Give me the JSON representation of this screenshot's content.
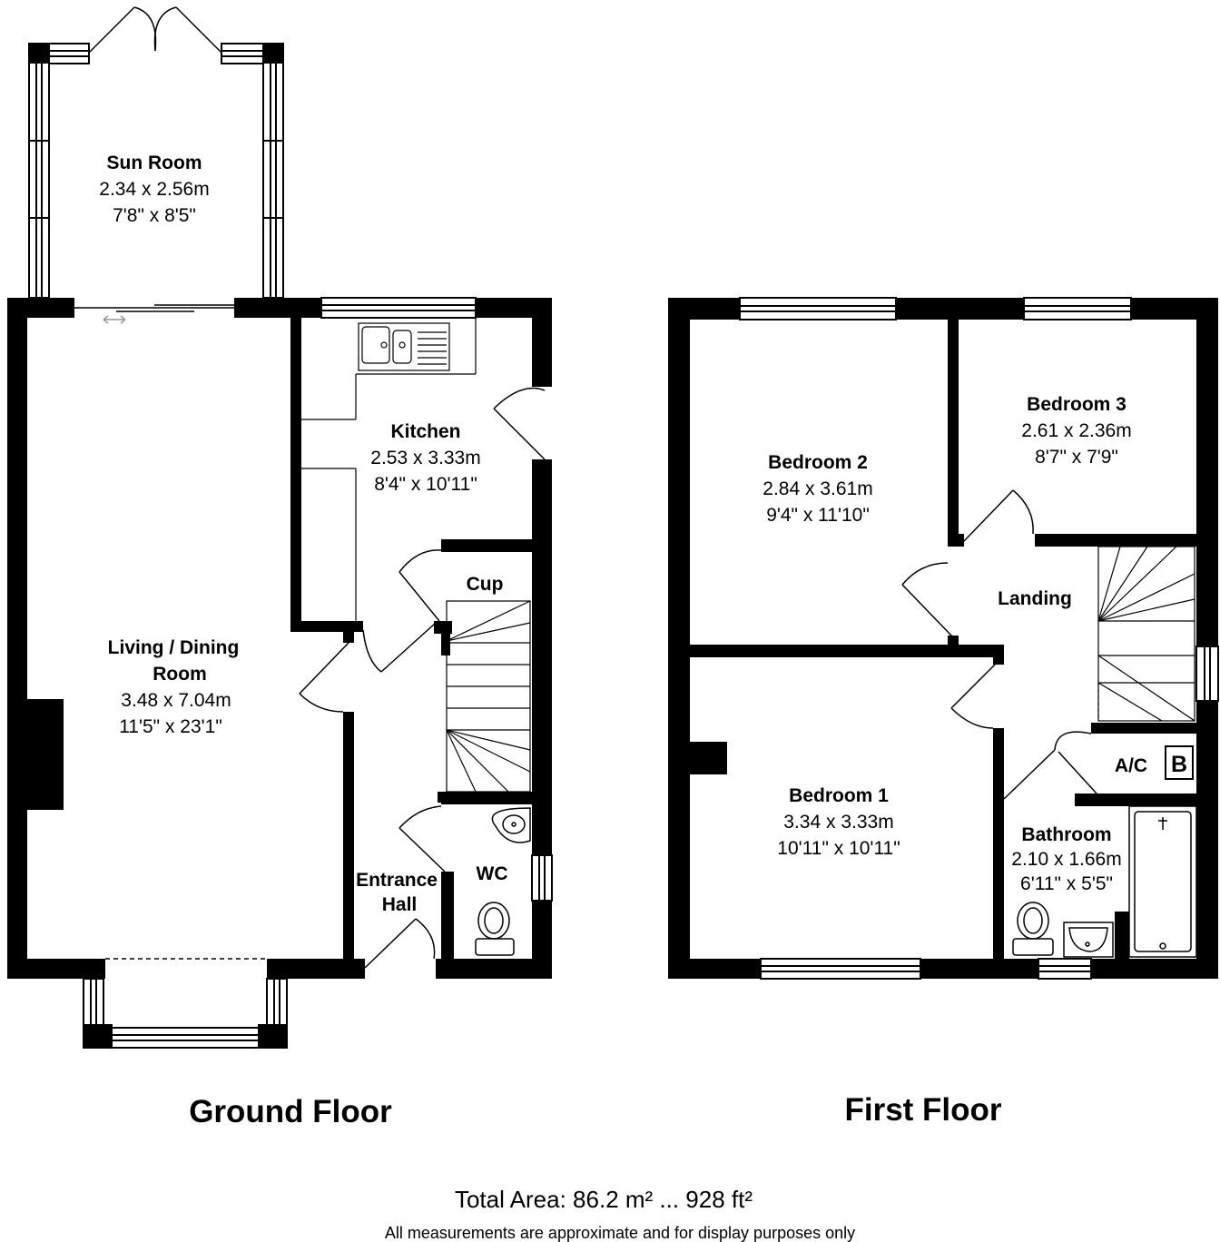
{
  "floors": {
    "ground": {
      "title": "Ground Floor",
      "rooms": {
        "sun_room": {
          "name": "Sun Room",
          "metric": "2.34 x 2.56m",
          "imperial": "7'8\" x 8'5\""
        },
        "kitchen": {
          "name": "Kitchen",
          "metric": "2.53 x 3.33m",
          "imperial": "8'4\" x 10'11\""
        },
        "cup": {
          "name": "Cup"
        },
        "living": {
          "name_line1": "Living / Dining",
          "name_line2": "Room",
          "metric": "3.48 x 7.04m",
          "imperial": "11'5\" x 23'1\""
        },
        "entrance": {
          "name_line1": "Entrance",
          "name_line2": "Hall"
        },
        "wc": {
          "name": "WC"
        }
      }
    },
    "first": {
      "title": "First Floor",
      "rooms": {
        "bedroom2": {
          "name": "Bedroom 2",
          "metric": "2.84 x 3.61m",
          "imperial": "9'4\" x 11'10\""
        },
        "bedroom3": {
          "name": "Bedroom 3",
          "metric": "2.61 x 2.36m",
          "imperial": "8'7\" x 7'9\""
        },
        "landing": {
          "name": "Landing"
        },
        "bedroom1": {
          "name": "Bedroom 1",
          "metric": "3.34 x 3.33m",
          "imperial": "10'11\" x 10'11\""
        },
        "ac": {
          "name": "A/C"
        },
        "boiler": {
          "name": "B"
        },
        "bathroom": {
          "name": "Bathroom",
          "metric": "2.10 x 1.66m",
          "imperial": "6'11\" x 5'5\""
        }
      }
    }
  },
  "footer": {
    "total_area": "Total Area: 86.2 m² ... 928 ft²",
    "disclaimer": "All measurements are approximate and for display purposes only"
  }
}
